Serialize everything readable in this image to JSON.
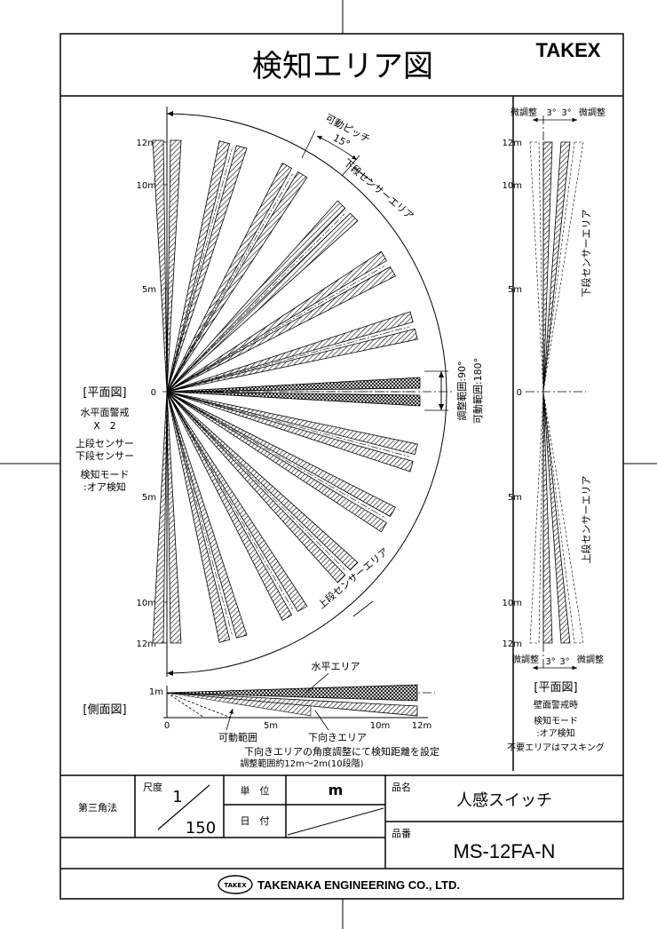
{
  "title": "検知エリア図",
  "brand": "TAKEX",
  "plan": {
    "axis_labels": [
      "12m",
      "10m",
      "5m",
      "0",
      "5m",
      "10m",
      "12m"
    ],
    "pitch_label": "可動ピッチ",
    "pitch_value": "15°",
    "lower_area": "下段センサーエリア",
    "upper_area": "上段センサーエリア",
    "adjust_range": "調整範囲:90°",
    "movable_range": "可動範囲:180°",
    "view_label": "[平面図]",
    "notes": [
      "水平面警戒",
      "X　2",
      "上段センサー",
      "下段センサー",
      "検知モード",
      ":オア検知"
    ]
  },
  "wall": {
    "axis_labels": [
      "12m",
      "10m",
      "5m",
      "0",
      "5m",
      "10m",
      "12m"
    ],
    "fine_left": "微調整",
    "fine_right": "微調整",
    "angle_left": "3°",
    "angle_right": "3°",
    "lower_area": "下段センサーエリア",
    "upper_area": "上段センサーエリア",
    "view_label": "[平面図]",
    "notes": [
      "壁面警戒時",
      "検知モード",
      ":オア検知",
      "不要エリアはマスキング"
    ]
  },
  "side": {
    "view_label": "[側面図]",
    "y_label": "1m",
    "x_labels": [
      "0",
      "5m",
      "10m",
      "12m"
    ],
    "horizontal_area": "水平エリア",
    "movable": "可動範囲",
    "downward_area": "下向きエリア",
    "note1": "下向きエリアの角度調整にて検知距離を設定",
    "note2": "調整範囲約12m～2m(10段階)"
  },
  "titleblock": {
    "projection": "第三角法",
    "scale_label": "尺度",
    "scale_num": "1",
    "scale_den": "150",
    "unit_label": "単　位",
    "unit_value": "m",
    "date_label": "日　付",
    "product_name_label": "品名",
    "product_name": "人感スイッチ",
    "product_no_label": "品番",
    "product_no": "MS-12FA-N",
    "company_logo": "TAKEX",
    "company": "TAKENAKA ENGINEERING CO., LTD."
  }
}
